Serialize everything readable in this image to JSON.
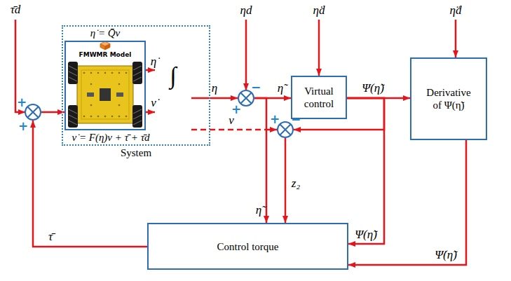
{
  "diagram": {
    "nodes": [
      {
        "text": [
          "System"
        ]
      },
      {
        "text": [
          "FMWMR Model"
        ],
        "in": 0
      },
      {
        "text": [
          "∫"
        ],
        "in": 0
      },
      {
        "text": [
          "+",
          "+"
        ]
      },
      {
        "text": [
          "+",
          "−"
        ]
      },
      {
        "text": [
          "Virtual control"
        ]
      },
      {
        "text": [
          "Derivative of Ψ(η̃)"
        ]
      },
      {
        "text": [
          "+",
          "−"
        ]
      },
      {
        "text": [
          "Control torque"
        ]
      }
    ],
    "edges": [
      {
        "from": 1,
        "to": 2,
        "arrow": "to",
        "label": "η̇"
      },
      {
        "from": 1,
        "to": 2,
        "arrow": "to",
        "label": "ν̇"
      },
      {
        "from": 2,
        "to": 4,
        "arrow": "to",
        "label": "η"
      },
      {
        "from": 4,
        "to": 5,
        "arrow": "to",
        "label": "η̃"
      },
      {
        "from": 5,
        "to": 6,
        "arrow": "to",
        "label": "Ψ(η̃)"
      },
      {
        "from": 2,
        "to": 7,
        "arrow": "to",
        "label": "ν"
      },
      {
        "from": 5,
        "to": 7,
        "arrow": "to"
      },
      {
        "from": 5,
        "to": 8,
        "arrow": "to",
        "label": "Ψ(η̃)"
      },
      {
        "from": 7,
        "to": 8,
        "arrow": "to",
        "label": "z₂"
      },
      {
        "from": 4,
        "to": 8,
        "arrow": "to",
        "label": "η̃"
      },
      {
        "from": 6,
        "to": 8,
        "arrow": "to",
        "label": "Ψ̇(η̃)"
      },
      {
        "from": 8,
        "to": 3,
        "arrow": "to",
        "label": "τ̄"
      },
      {
        "from": 3,
        "to": 1,
        "arrow": "to"
      }
    ],
    "labels": [
      "τ̄d",
      "η̇ = Q̄ν",
      "ν̇ = F(η)ν + τ̄ + τ̄d",
      "ηd",
      "η̇d",
      "η̈d"
    ]
  }
}
